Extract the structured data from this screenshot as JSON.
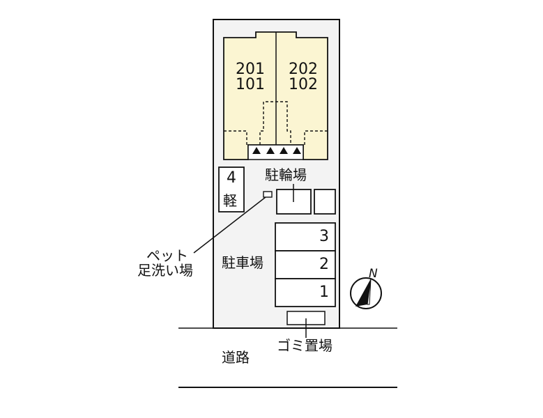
{
  "colors": {
    "site_fill": "#f3f3f3",
    "building_fill": "#fbf5d2",
    "line": "#111111",
    "background": "#ffffff"
  },
  "building": {
    "units_left": [
      "201",
      "101"
    ],
    "units_right": [
      "202",
      "102"
    ]
  },
  "parking_kei": {
    "number": "4",
    "type": "軽"
  },
  "bicycle_parking": {
    "label": "駐輪場"
  },
  "pet_wash": {
    "line1": "ペット",
    "line2": "足洗い場"
  },
  "parking": {
    "label": "駐車場",
    "spaces": [
      "3",
      "2",
      "1"
    ]
  },
  "garbage": {
    "label": "ゴミ置場"
  },
  "road": {
    "label": "道路"
  },
  "compass": {
    "north_label": "N",
    "icon": "compass-north-icon"
  }
}
